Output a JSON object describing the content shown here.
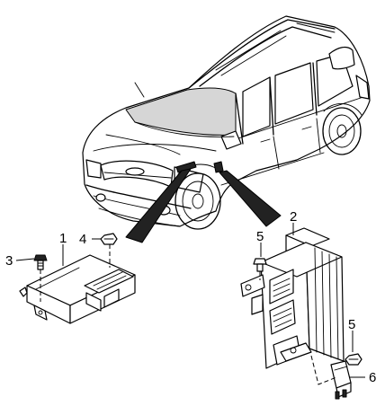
{
  "callouts": {
    "c1": "1",
    "c2": "2",
    "c3": "3",
    "c4": "4",
    "c5a": "5",
    "c5b": "5",
    "c6": "6"
  }
}
